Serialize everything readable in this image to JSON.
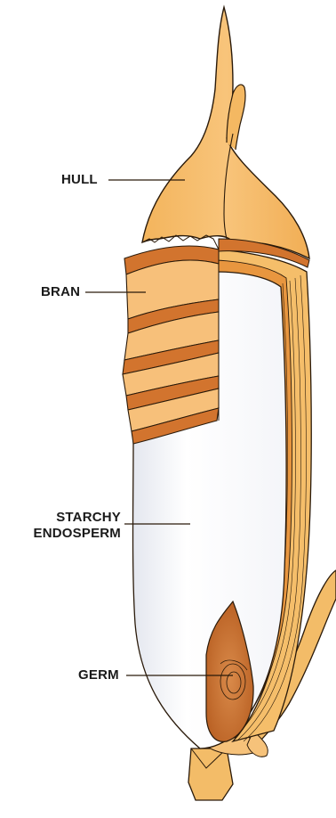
{
  "labels": {
    "hull": "HULL",
    "bran": "BRAN",
    "endosperm_line1": "STARCHY",
    "endosperm_line2": "ENDOSPERM",
    "germ": "GERM"
  },
  "colors": {
    "hull": "#F6B860",
    "hull_light": "#F9CB85",
    "bran": "#D2742E",
    "bran_dark": "#B85F1E",
    "endosperm": "#FFFFFF",
    "endosperm_shade": "#DDE0EA",
    "germ": "#C86A2A",
    "stem": "#F3BC68",
    "outline": "#2A1A0A"
  }
}
